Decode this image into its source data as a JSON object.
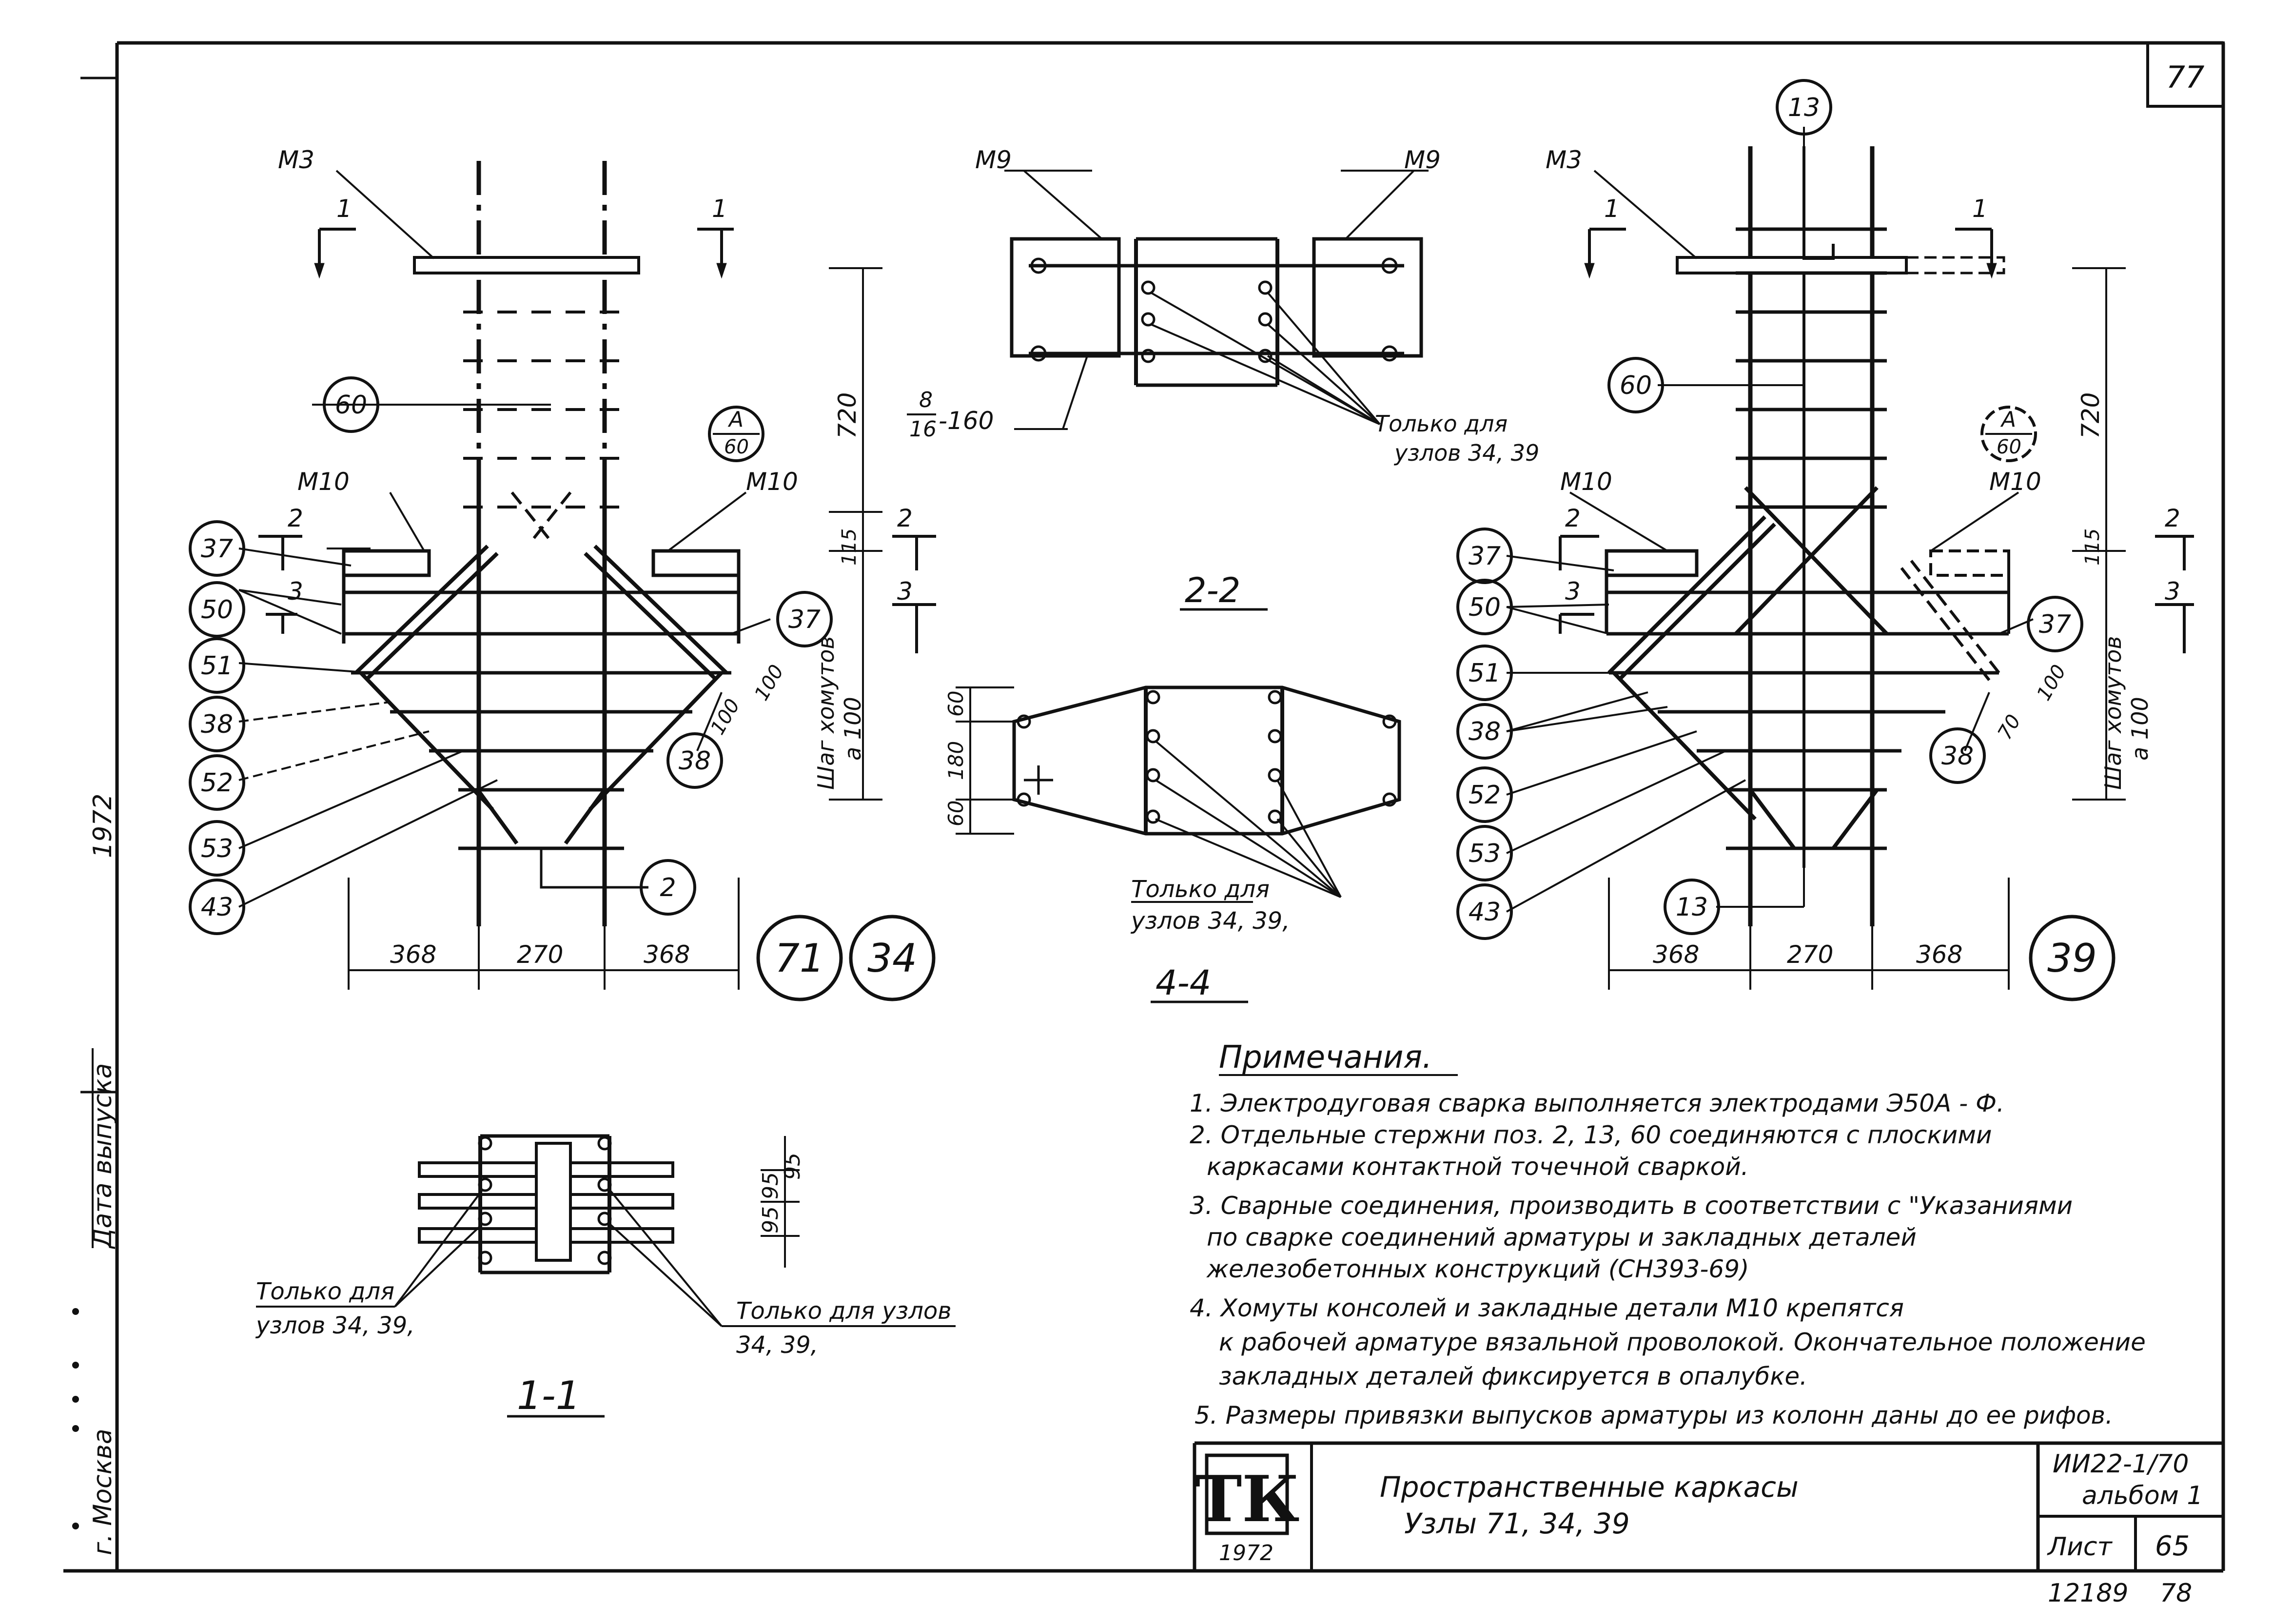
{
  "sheet": {
    "page_number": "77",
    "album_code": "ИИ22-1/70",
    "album_label": "альбом 1",
    "sheet_label": "Лист",
    "sheet_number": "65",
    "inventory_number": "12189",
    "inventory_suffix": "78"
  },
  "title_block": {
    "logo": "ТК",
    "logo_year": "1972",
    "title_line1": "Пространственные каркасы",
    "title_line2": "Узлы 71, 34, 39"
  },
  "left_margin": {
    "city": "г. Москва",
    "release_label": "Дата выпуска",
    "year": "1972"
  },
  "view_left": {
    "label_m3": "М3",
    "label_m10_left": "М10",
    "label_m10_right": "М10",
    "detail_ref_top": "А",
    "detail_ref_bottom": "60",
    "cut1": "1",
    "cut2": "2",
    "cut3": "3",
    "dim_720": "720",
    "dim_115": "115",
    "dim_100a": "100",
    "dim_100b": "100",
    "dim_368_left": "368",
    "dim_270": "270",
    "dim_368_right": "368",
    "stirrup_step": "Шаг хомутов",
    "stirrup_value": "а 100",
    "callouts": [
      "60",
      "37",
      "50",
      "51",
      "38",
      "52",
      "53",
      "43",
      "37",
      "38",
      "2"
    ],
    "node_71": "71",
    "node_34": "34"
  },
  "view_right": {
    "label_m3": "М3",
    "label_m10_left": "М10",
    "label_m10_right": "М10",
    "detail_ref_top": "А",
    "detail_ref_bottom": "60",
    "dim_720": "720",
    "dim_115": "115",
    "dim_100": "100",
    "dim_70": "70",
    "dim_368_left": "368",
    "dim_270": "270",
    "dim_368_right": "368",
    "stirrup_step": "Шаг хомутов",
    "stirrup_value": "а 100",
    "callouts": [
      "13",
      "60",
      "37",
      "50",
      "51",
      "38",
      "52",
      "53",
      "43",
      "13",
      "37",
      "38"
    ],
    "node_39": "39"
  },
  "section_2_2": {
    "label": "2-2",
    "m9_left": "М9",
    "m9_right": "М9",
    "plate_num": "8",
    "plate_den": "16",
    "plate_len": "-160",
    "only_for": "Только для",
    "only_nodes": "узлов 34, 39"
  },
  "section_4_4": {
    "label": "4-4",
    "dim_60_top": "60",
    "dim_180": "180",
    "dim_60_bottom": "60",
    "only_for": "Только для",
    "only_nodes": "узлов 34, 39,"
  },
  "section_1_1": {
    "label": "1-1",
    "dim_95a": "95",
    "dim_95b": "95",
    "dim_95c": "95",
    "only_for_left": "Только для",
    "only_nodes_left": "узлов 34, 39,",
    "only_for_right": "Только для узлов",
    "only_nodes_right": "34, 39,"
  },
  "notes": {
    "heading": "Примечания.",
    "items": [
      "1. Электродуговая сварка выполняется электродами Э50А - Ф.",
      "2. Отдельные стержни поз. 2, 13, 60 соединяются с плоскими",
      "каркасами контактной точечной сваркой.",
      "3. Сварные соединения, производить в соответствии с \"Указаниями",
      "по сварке соединений арматуры и закладных деталей",
      "железобетонных конструкций    (СН393-69)",
      "4. Хомуты консолей и закладные детали М10 крепятся",
      "к рабочей арматуре вязальной проволокой. Окончательное положение",
      "закладных деталей фиксируется в опалубке.",
      "5. Размеры привязки выпусков арматуры из колонн даны до ее рифов."
    ]
  }
}
